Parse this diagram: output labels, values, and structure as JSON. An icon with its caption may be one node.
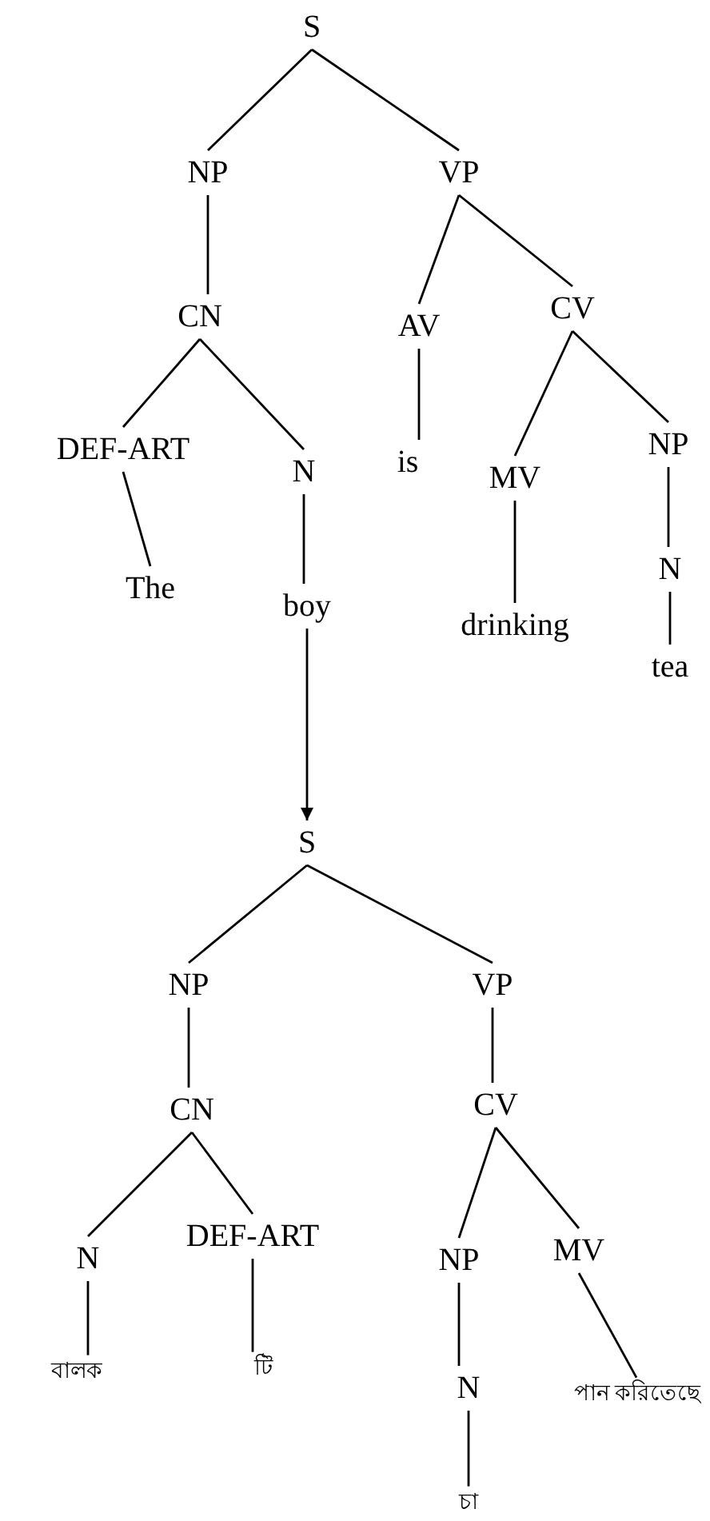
{
  "diagram": {
    "nodes": [
      {
        "text": [
          "S"
        ]
      },
      {
        "text": [
          "NP"
        ]
      },
      {
        "text": [
          "VP"
        ]
      },
      {
        "text": [
          "CN"
        ]
      },
      {
        "text": [
          "AV"
        ]
      },
      {
        "text": [
          "CV"
        ]
      },
      {
        "text": [
          "DEF-ART"
        ]
      },
      {
        "text": [
          "N"
        ]
      },
      {
        "text": [
          "is"
        ]
      },
      {
        "text": [
          "MV"
        ]
      },
      {
        "text": [
          "NP"
        ]
      },
      {
        "text": [
          "The"
        ]
      },
      {
        "text": [
          "boy"
        ]
      },
      {
        "text": [
          "drinking"
        ]
      },
      {
        "text": [
          "N"
        ]
      },
      {
        "text": [
          "tea"
        ]
      },
      {
        "text": [
          "S"
        ]
      },
      {
        "text": [
          "NP"
        ]
      },
      {
        "text": [
          "VP"
        ]
      },
      {
        "text": [
          "CN"
        ]
      },
      {
        "text": [
          "CV"
        ]
      },
      {
        "text": [
          "N"
        ]
      },
      {
        "text": [
          "DEF-ART"
        ]
      },
      {
        "text": [
          "NP"
        ]
      },
      {
        "text": [
          "MV"
        ]
      },
      {
        "text": [
          "বালক"
        ]
      },
      {
        "text": [
          "টি"
        ]
      },
      {
        "text": [
          "N"
        ]
      },
      {
        "text": [
          "পান করিতেছে"
        ]
      },
      {
        "text": [
          "চা"
        ]
      }
    ],
    "edges": [
      {
        "from": 0,
        "to": 1,
        "arrow": "none"
      },
      {
        "from": 0,
        "to": 2,
        "arrow": "none"
      },
      {
        "from": 1,
        "to": 3,
        "arrow": "none"
      },
      {
        "from": 2,
        "to": 4,
        "arrow": "none"
      },
      {
        "from": 2,
        "to": 5,
        "arrow": "none"
      },
      {
        "from": 3,
        "to": 6,
        "arrow": "none"
      },
      {
        "from": 3,
        "to": 7,
        "arrow": "none"
      },
      {
        "from": 4,
        "to": 8,
        "arrow": "none"
      },
      {
        "from": 5,
        "to": 9,
        "arrow": "none"
      },
      {
        "from": 5,
        "to": 10,
        "arrow": "none"
      },
      {
        "from": 6,
        "to": 11,
        "arrow": "none"
      },
      {
        "from": 7,
        "to": 12,
        "arrow": "none"
      },
      {
        "from": 9,
        "to": 13,
        "arrow": "none"
      },
      {
        "from": 10,
        "to": 14,
        "arrow": "none"
      },
      {
        "from": 14,
        "to": 15,
        "arrow": "none"
      },
      {
        "from": 12,
        "to": 16,
        "arrow": "to"
      },
      {
        "from": 16,
        "to": 17,
        "arrow": "none"
      },
      {
        "from": 16,
        "to": 18,
        "arrow": "none"
      },
      {
        "from": 17,
        "to": 19,
        "arrow": "none"
      },
      {
        "from": 18,
        "to": 20,
        "arrow": "none"
      },
      {
        "from": 19,
        "to": 21,
        "arrow": "none"
      },
      {
        "from": 19,
        "to": 22,
        "arrow": "none"
      },
      {
        "from": 20,
        "to": 23,
        "arrow": "none"
      },
      {
        "from": 20,
        "to": 24,
        "arrow": "none"
      },
      {
        "from": 21,
        "to": 25,
        "arrow": "none"
      },
      {
        "from": 22,
        "to": 26,
        "arrow": "none"
      },
      {
        "from": 23,
        "to": 27,
        "arrow": "none"
      },
      {
        "from": 24,
        "to": 28,
        "arrow": "none"
      },
      {
        "from": 27,
        "to": 29,
        "arrow": "none"
      }
    ]
  }
}
